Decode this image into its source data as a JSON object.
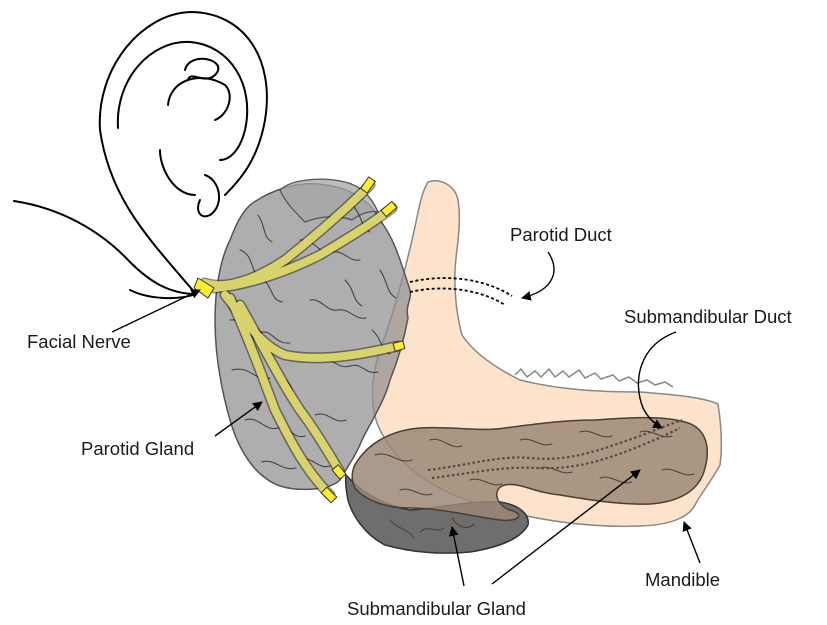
{
  "labels": {
    "facial_nerve": "Facial Nerve",
    "parotid_gland": "Parotid Gland",
    "parotid_duct": "Parotid Duct",
    "submandibular_duct": "Submandibular Duct",
    "mandible": "Mandible",
    "submandibular_gland": "Submandibular Gland"
  },
  "colors": {
    "mandible_fill": "#fde3cb",
    "parotid_gland_fill": "#8f8f8f",
    "submandibular_gland_fill": "#9c8878",
    "submandibular_gland_lower_fill": "#6e6e6e",
    "facial_nerve_fill": "#ffef2a",
    "outline": "#000000"
  }
}
